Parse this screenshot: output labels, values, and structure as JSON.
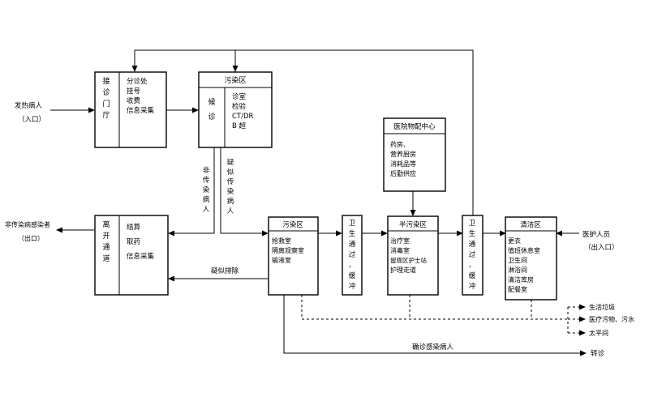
{
  "external": {
    "fever_patient": "发热病人",
    "fever_patient_entry": "（入口）",
    "noninfect_patient": "非传染病感染者",
    "noninfect_patient_exit": "（出口）",
    "medical_staff": "医护人员",
    "medical_staff_entry": "（出入口）"
  },
  "reception": {
    "title_chars": [
      "接",
      "诊",
      "门",
      "厅"
    ],
    "items": [
      "分诊处",
      "挂号",
      "收费",
      "信息采集"
    ]
  },
  "contaminated_top": {
    "title": "污染区",
    "side_chars": [
      "候",
      "诊"
    ],
    "items": [
      "诊室",
      "检验",
      "CT/DR",
      "B 超"
    ]
  },
  "exit_passage": {
    "title_chars": [
      "离",
      "开",
      "通",
      "道"
    ],
    "items": [
      "结算",
      "取药",
      "信息采集"
    ]
  },
  "contaminated_mid": {
    "title": "污染区",
    "items": [
      "抢救室",
      "隔离观察室",
      "输液室"
    ]
  },
  "buffer_left": {
    "chars": [
      "卫",
      "生",
      "通",
      "过",
      "、",
      "缓",
      "冲"
    ]
  },
  "semi_contaminated": {
    "title": "半污染区",
    "items": [
      "治疗室",
      "消毒室",
      "留观区护士站",
      "护理走道"
    ]
  },
  "buffer_right": {
    "chars": [
      "卫",
      "生",
      "通",
      "过",
      "、",
      "缓",
      "冲"
    ]
  },
  "clean_zone": {
    "title": "清洁区",
    "items": [
      "更衣",
      "值班休息室",
      "卫生间",
      "淋浴间",
      "清洁库房",
      "配餐室"
    ]
  },
  "supply_center": {
    "title": "医院物配中心",
    "items": [
      "药房、",
      "营养厨房",
      "消耗品等",
      "后勤供应"
    ]
  },
  "flow_labels": {
    "non_infectious": [
      "非",
      "传",
      "染",
      "病",
      "人"
    ],
    "suspected": [
      "疑",
      "似",
      "传",
      "染",
      "病",
      "人"
    ],
    "suspect_ruled_out": "疑似排除",
    "confirmed": "确诊感染病人",
    "transfer": "转诊"
  },
  "waste_outputs": [
    "生活垃圾",
    "医疗污物、污水",
    "太平间"
  ]
}
